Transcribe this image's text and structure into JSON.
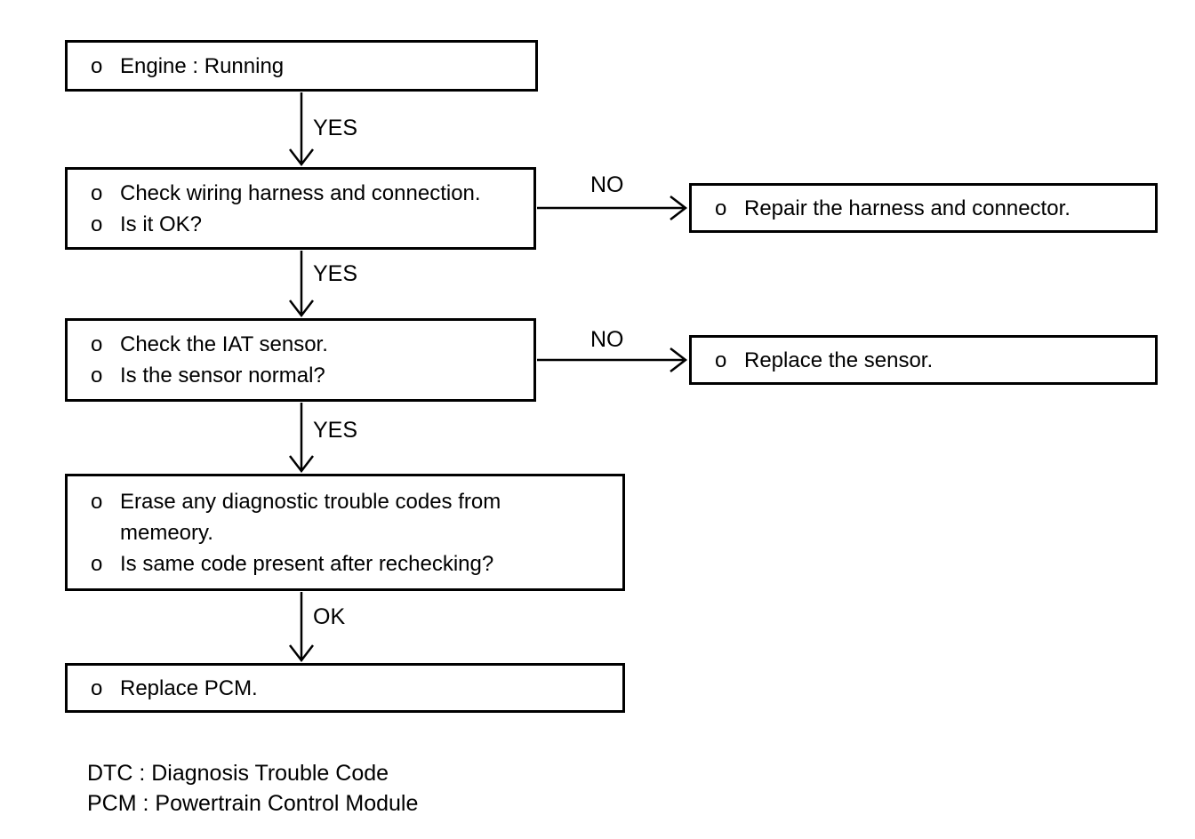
{
  "colors": {
    "ink": "#000000",
    "background": "#ffffff"
  },
  "boxes": {
    "engine_running": {
      "lines": [
        {
          "bullet": "o",
          "text": "Engine : Running"
        }
      ]
    },
    "check_wiring": {
      "lines": [
        {
          "bullet": "o",
          "text": "Check wiring harness and connection."
        },
        {
          "bullet": "o",
          "text": "Is it OK?"
        }
      ]
    },
    "check_iat": {
      "lines": [
        {
          "bullet": "o",
          "text": "Check the IAT sensor."
        },
        {
          "bullet": "o",
          "text": "Is the sensor normal?"
        }
      ]
    },
    "erase_codes": {
      "lines": [
        {
          "bullet": "o",
          "text": "Erase any diagnostic trouble codes from"
        },
        {
          "bullet": "",
          "text": "memeory."
        },
        {
          "bullet": "o",
          "text": "Is same code present after rechecking?"
        }
      ]
    },
    "replace_pcm": {
      "lines": [
        {
          "bullet": "o",
          "text": "Replace PCM."
        }
      ]
    },
    "repair_harness": {
      "lines": [
        {
          "bullet": "o",
          "text": "Repair the harness and connector."
        }
      ]
    },
    "replace_sensor": {
      "lines": [
        {
          "bullet": "o",
          "text": "Replace the sensor."
        }
      ]
    }
  },
  "branch_labels": {
    "yes_1": "YES",
    "yes_2": "YES",
    "yes_3": "YES",
    "ok_1": "OK",
    "no_1": "NO",
    "no_2": "NO"
  },
  "legend": {
    "line_1": "DTC : Diagnosis Trouble Code",
    "line_2": "PCM : Powertrain Control Module"
  }
}
